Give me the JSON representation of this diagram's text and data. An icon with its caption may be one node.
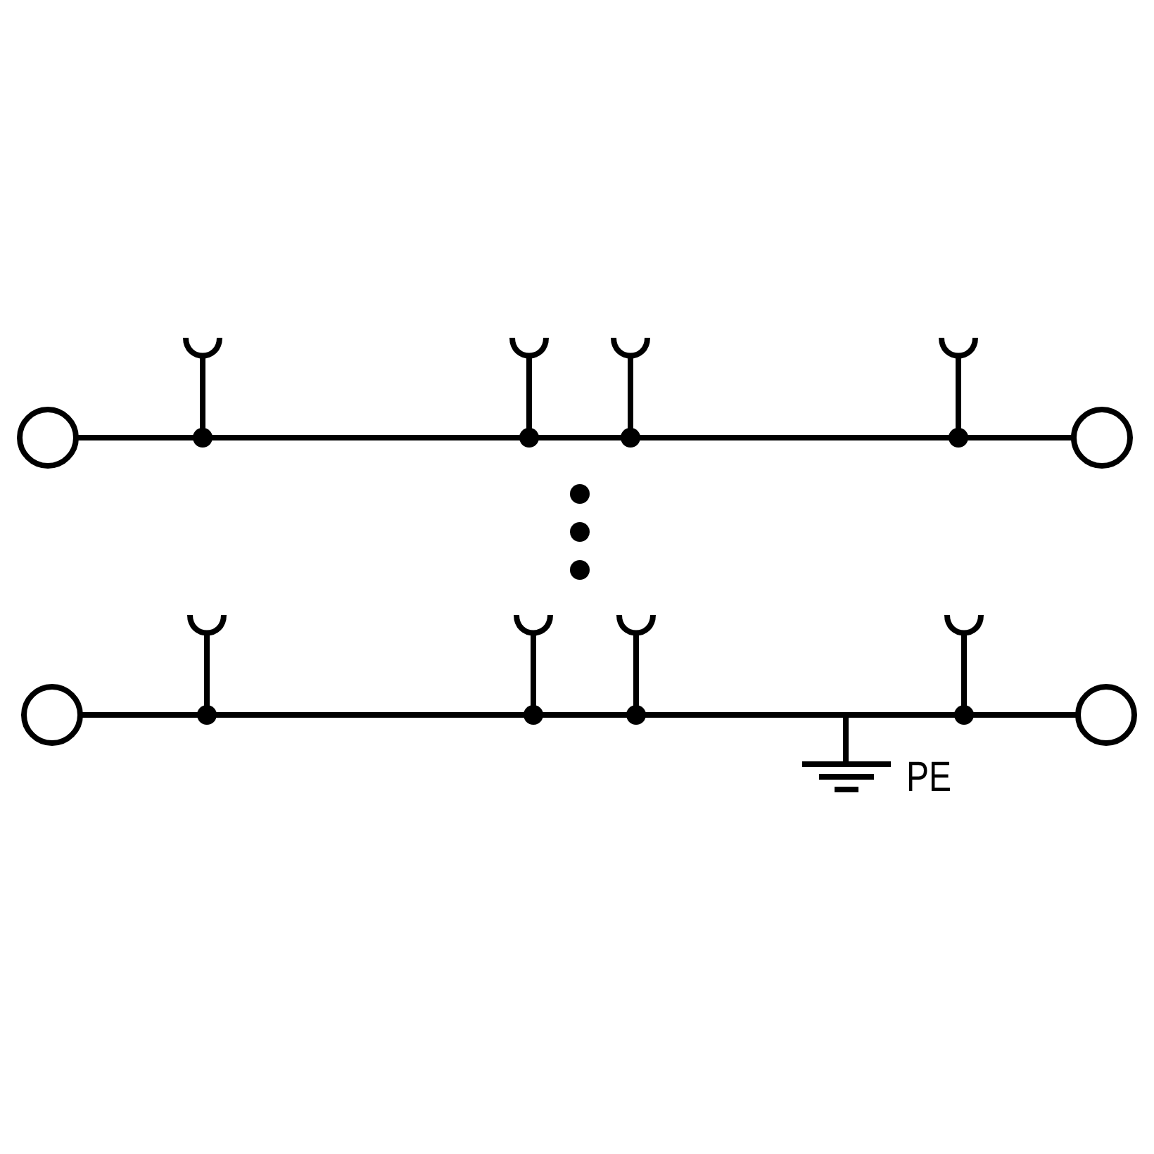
{
  "diagram": {
    "nodes": [
      {
        "text": [],
        "shape": "circle"
      },
      {
        "text": [],
        "shape": "circle"
      },
      {
        "text": [],
        "shape": "circle"
      },
      {
        "text": [],
        "shape": "circle"
      }
    ],
    "edges": [
      {
        "from": 0,
        "to": 1,
        "arrow": "none"
      },
      {
        "from": 2,
        "to": 3,
        "arrow": "none"
      }
    ],
    "labels": [
      "PE"
    ]
  }
}
